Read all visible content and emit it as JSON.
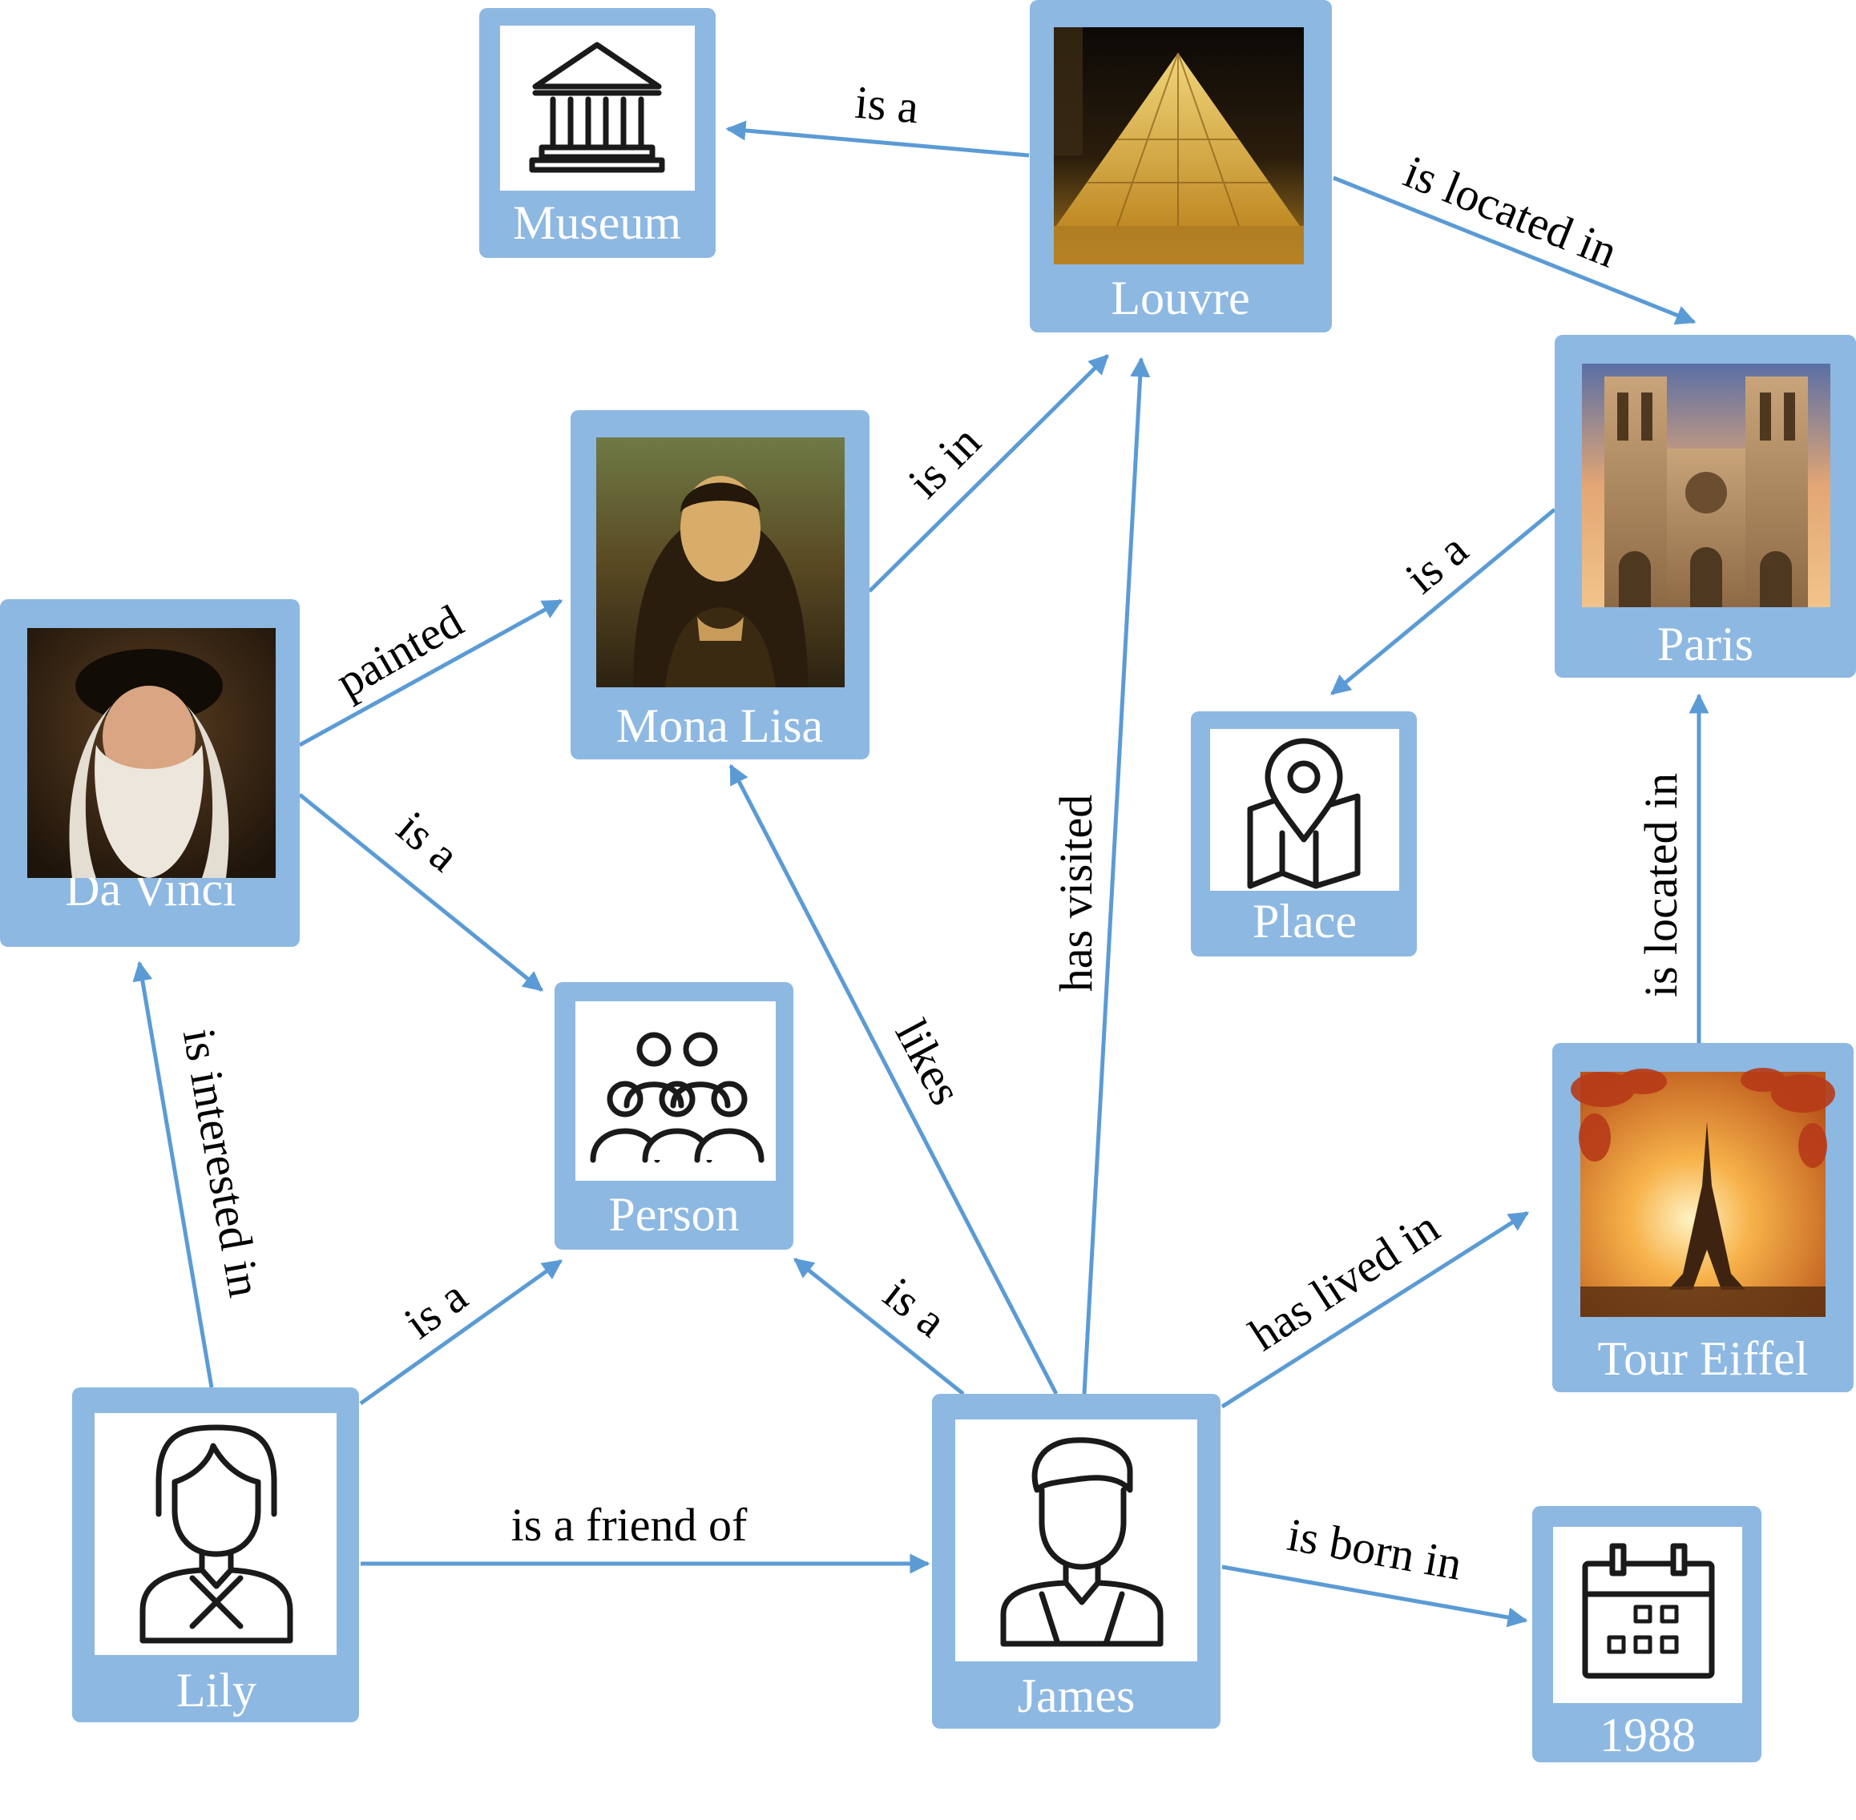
{
  "colors": {
    "node_frame": "#8db8e2",
    "edge": "#5b9bd5",
    "label_text": "#000000",
    "node_text": "#ffffff"
  },
  "nodes": {
    "museum": {
      "label": "Museum",
      "icon": "museum-building-icon"
    },
    "louvre": {
      "label": "Louvre",
      "icon": "louvre-pyramid-photo"
    },
    "paris": {
      "label": "Paris",
      "icon": "notre-dame-photo"
    },
    "mona_lisa": {
      "label": "Mona Lisa",
      "icon": "mona-lisa-painting"
    },
    "da_vinci": {
      "label": "Da Vinci",
      "icon": "da-vinci-portrait"
    },
    "place": {
      "label": "Place",
      "icon": "map-pin-icon"
    },
    "person": {
      "label": "Person",
      "icon": "people-group-icon"
    },
    "tour_eiffel": {
      "label": "Tour Eiffel",
      "icon": "eiffel-tower-photo"
    },
    "lily": {
      "label": "Lily",
      "icon": "woman-avatar-icon"
    },
    "james": {
      "label": "James",
      "icon": "man-avatar-icon"
    },
    "year_1988": {
      "label": "1988",
      "icon": "calendar-icon"
    }
  },
  "edges": {
    "louvre_museum": {
      "label": "is a"
    },
    "louvre_paris": {
      "label": "is located in"
    },
    "monalisa_louvre": {
      "label": "is in"
    },
    "davinci_monalisa": {
      "label": "painted"
    },
    "davinci_person": {
      "label": "is a"
    },
    "paris_place": {
      "label": "is a"
    },
    "eiffel_paris": {
      "label": "is located in"
    },
    "james_louvre": {
      "label": "has visited"
    },
    "james_monalisa": {
      "label": "likes"
    },
    "james_person": {
      "label": "is a"
    },
    "lily_person": {
      "label": "is a"
    },
    "lily_davinci": {
      "label": "is interested in"
    },
    "lily_james": {
      "label": "is a friend of"
    },
    "james_eiffel": {
      "label": "has lived in"
    },
    "james_1988": {
      "label": "is born in"
    }
  }
}
